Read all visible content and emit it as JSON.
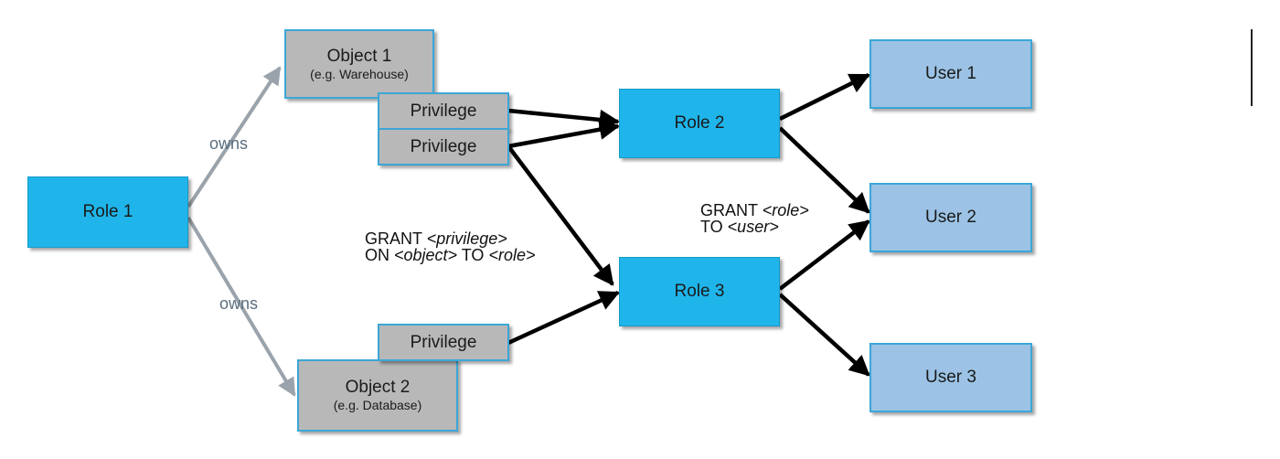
{
  "nodes": {
    "role1": "Role 1",
    "role2": "Role 2",
    "role3": "Role 3",
    "object1": {
      "title": "Object 1",
      "subtitle": "(e.g. Warehouse)"
    },
    "object2": {
      "title": "Object 2",
      "subtitle": "(e.g. Database)"
    },
    "privilege": "Privilege",
    "user1": "User 1",
    "user2": "User 2",
    "user3": "User 3"
  },
  "edge_labels": {
    "owns": "owns"
  },
  "grant_privilege": {
    "line1_a": "GRANT ",
    "line1_b": "<privilege>",
    "line2_a": "ON ",
    "line2_b": "<object>",
    "line2_c": " TO ",
    "line2_d": "<role>"
  },
  "grant_role": {
    "line1_a": "GRANT ",
    "line1_b": "<role>",
    "line2_a": "TO ",
    "line2_b": "<user>"
  },
  "colors": {
    "role": "#1fb5ea",
    "object": "#b8b8b8",
    "user": "#9cc3e5",
    "border": "#3ca6d6",
    "owns_arrow": "#9aa3ab",
    "grant_arrow": "#000000"
  }
}
